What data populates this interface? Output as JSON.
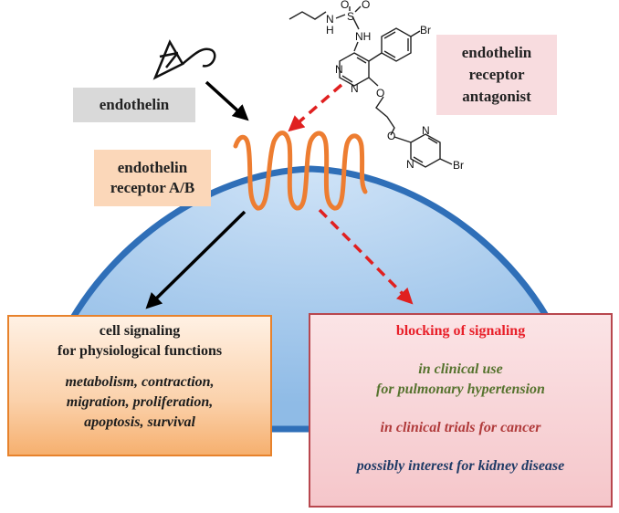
{
  "labels": {
    "endothelin": "endothelin",
    "receptor": [
      "endothelin",
      "receptor A/B"
    ],
    "antagonist": [
      "endothelin",
      "receptor",
      "antagonist"
    ]
  },
  "molecule": {
    "atoms": [
      "O",
      "O",
      "S",
      "N",
      "H",
      "NH",
      "Br",
      "N",
      "N",
      "O",
      "O",
      "N",
      "N",
      "Br"
    ]
  },
  "signaling_panel": {
    "heading": [
      "cell signaling",
      "for physiological  functions"
    ],
    "functions": [
      "metabolism, contraction,",
      "migration, proliferation,",
      "apoptosis, survival"
    ]
  },
  "blocking_panel": {
    "heading": "blocking  of signaling",
    "clinical_use": [
      "in clinical use",
      "for pulmonary hypertension"
    ],
    "clinical_trials": "in clinical trials for cancer",
    "kidney": "possibly interest for kidney disease"
  },
  "colors": {
    "cell_fill": "#a4c8ec",
    "cell_border": "#2f6fb8",
    "receptor": "#ed7d31",
    "antagonist_arrow": "#e02020",
    "activation_arrow": "#000000",
    "heading_red": "#e8202a",
    "clinical_use_green": "#56732e",
    "clinical_trials_red": "#b03a3a",
    "kidney_navy": "#1f3b66"
  },
  "icons": [
    "endothelin-peptide-icon",
    "receptor-icon",
    "cell-membrane-icon"
  ]
}
